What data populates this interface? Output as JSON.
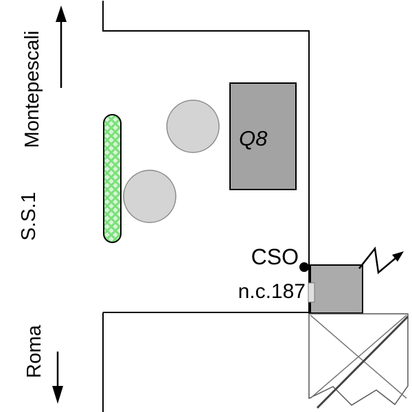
{
  "labels": {
    "top_destination": "Montepescali",
    "road": "S.S.1",
    "bottom_destination": "Roma",
    "station": "Q8",
    "site": "CSO",
    "street": "n.c.187"
  },
  "colors": {
    "line": "#000000",
    "station_fill": "#a3a3a3",
    "building_fill": "#ababab",
    "canopy_fill": "#d4d4d4",
    "canopy_stroke": "#8a8a8a",
    "hedge_fill": "#d6f5d6",
    "hedge_hatch": "#7be07b",
    "sketch_stroke": "#555555",
    "sketch_thick": "#444444",
    "door_fill": "#e0e0e0"
  }
}
